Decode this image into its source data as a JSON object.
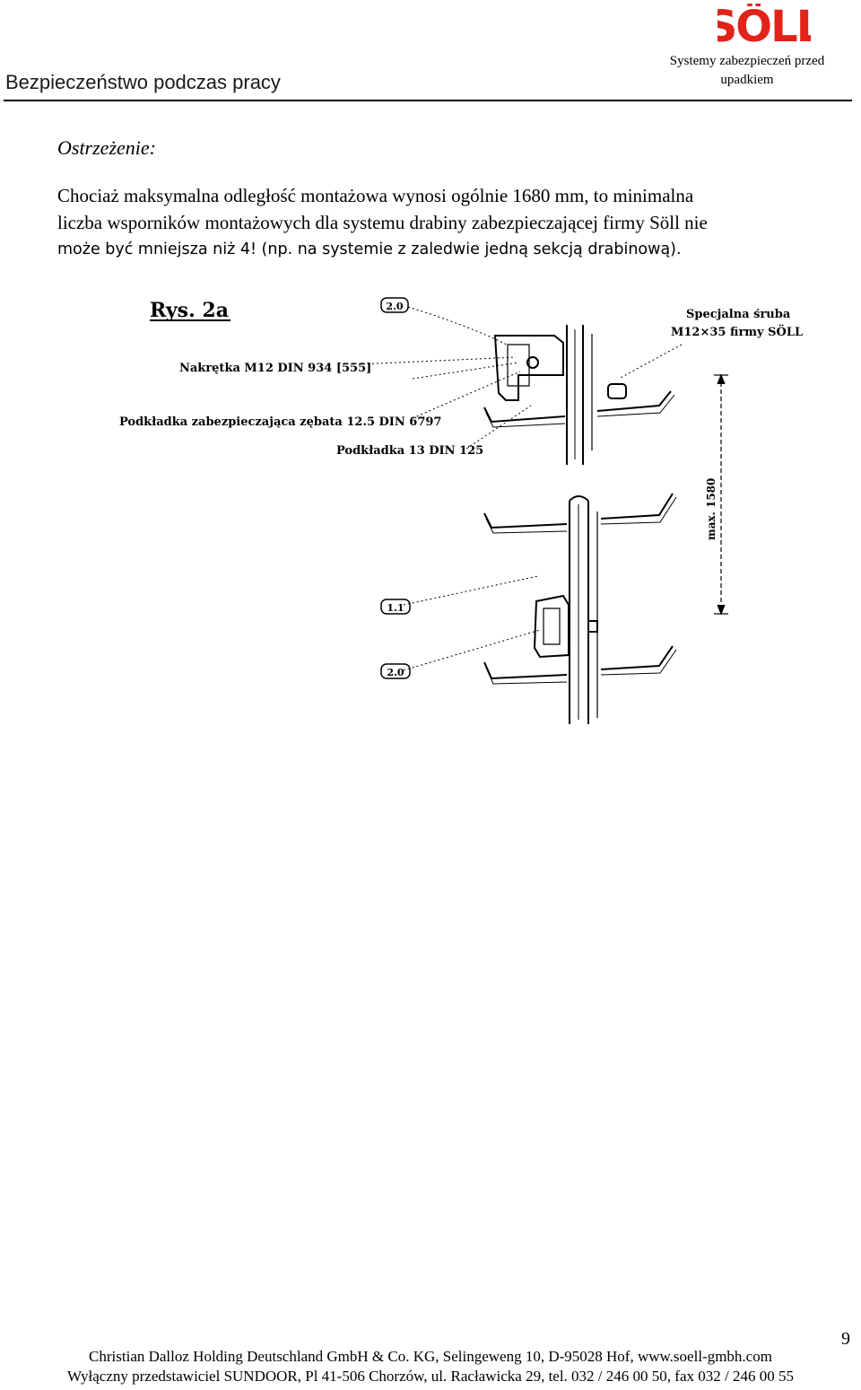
{
  "header": {
    "title": "Bezpieczeństwo podczas pracy",
    "subtitle_line1": "Systemy zabezpieczeń przed",
    "subtitle_line2": "upadkiem",
    "logo_text": "SÖLL",
    "logo_color": "#e2231a"
  },
  "warning": {
    "heading": "Ostrzeżenie:",
    "line1": "Chociaż maksymalna odległość montażowa wynosi ogólnie 1680 mm, to minimalna",
    "line2": "liczba wsporników montażowych dla systemu drabiny zabezpieczającej firmy Söll nie",
    "line3": "może być mniejsza niż 4! (np. na systemie z zaledwie jedną sekcją drabinową)."
  },
  "figure": {
    "title": "Rys. 2a",
    "callout_top": "2.0",
    "callout_mid": "1.1",
    "callout_bottom": "2.0",
    "label_nut": "Nakrętka M12 DIN 934 [555]",
    "label_washer_tooth": "Podkładka zabezpieczająca zębata 12.5 DIN 6797",
    "label_washer": "Podkładka 13 DIN 125",
    "label_screw_line1": "Specjalna śruba",
    "label_screw_line2": "M12×35 firmy SÖLL",
    "dimension": "max. 1580"
  },
  "footer": {
    "page_number": "9",
    "line1": "Christian Dalloz Holding Deutschland GmbH & Co. KG, Selingeweng 10, D-95028 Hof,  www.soell-gmbh.com",
    "line2": "Wyłączny przedstawiciel SUNDOOR, Pl 41-506 Chorzów,  ul. Racławicka 29, tel. 032 / 246 00 50, fax 032 / 246 00 55"
  }
}
